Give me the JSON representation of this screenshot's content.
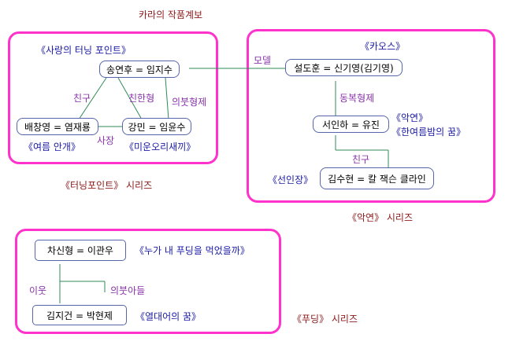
{
  "title": "카라의 작품계보",
  "colors": {
    "frame": "#ff33cc",
    "line": "#2e8b57",
    "work": "#1a1aa6",
    "series": "#8b1a1a",
    "relation": "#8833aa"
  },
  "turning_point": {
    "work_title": "《사랑의 터닝 포인트》",
    "series_label": "《터닝포인트》 시리즈",
    "nodes": {
      "main": "송연후 = 임지수",
      "left": "배창영 = 염재룡",
      "right": "강민 = 임윤수"
    },
    "relations": {
      "friend": "친구",
      "close_brother": "친한형",
      "step_brother": "의붓형제",
      "boss": "사장"
    },
    "works": {
      "left": "《여름 안개》",
      "right": "《미운오리새끼》"
    }
  },
  "chaos": {
    "work_title": "《카오스》",
    "series_label": "《악연》 시리즈",
    "nodes": {
      "top": "설도훈 = 신기영(김기영)",
      "middle": "서인하 = 유진",
      "bottom": "김수현 = 칼 잭슨 클라인"
    },
    "relations": {
      "model": "모델",
      "stepbrother": "동복형제",
      "friend": "친구"
    },
    "works": {
      "middle_1": "《악연》",
      "middle_2": "《한여름밤의 꿈》",
      "bottom": "《선인장》"
    }
  },
  "pudding": {
    "series_label": "《푸딩》 시리즈",
    "nodes": {
      "top": "차신형 = 이관우",
      "bottom": "김지건 = 박현제"
    },
    "relations": {
      "neighbor": "이웃",
      "step_sons": "의붓아들"
    },
    "works": {
      "top": "《누가 내 푸딩을 먹었을까》",
      "bottom": "《열대어의 꿈》"
    }
  }
}
